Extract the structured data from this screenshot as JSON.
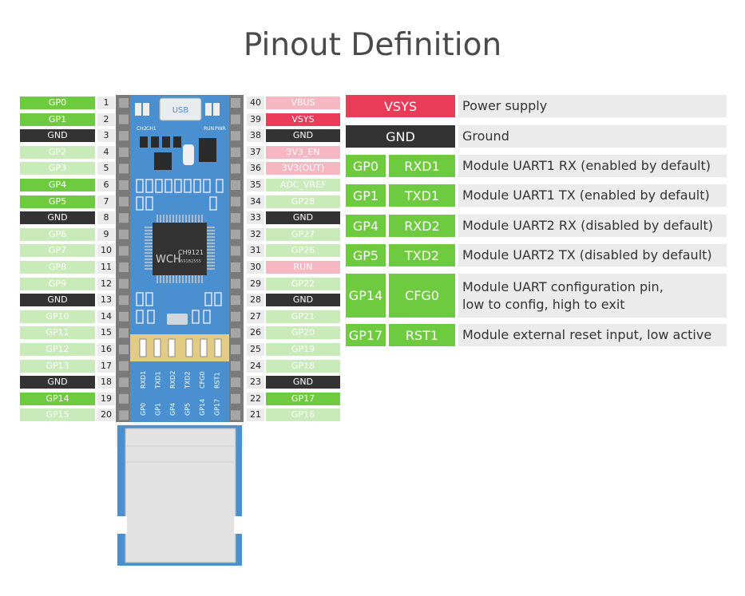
{
  "title": "Pinout Definition",
  "left_pins": [
    {
      "num": "1",
      "label": "GP0",
      "style": "g-strong"
    },
    {
      "num": "2",
      "label": "GP1",
      "style": "g-strong"
    },
    {
      "num": "3",
      "label": "GND",
      "style": "gnd"
    },
    {
      "num": "4",
      "label": "GP2",
      "style": "g-light"
    },
    {
      "num": "5",
      "label": "GP3",
      "style": "g-light"
    },
    {
      "num": "6",
      "label": "GP4",
      "style": "g-strong"
    },
    {
      "num": "7",
      "label": "GP5",
      "style": "g-strong"
    },
    {
      "num": "8",
      "label": "GND",
      "style": "gnd"
    },
    {
      "num": "9",
      "label": "GP6",
      "style": "g-light"
    },
    {
      "num": "10",
      "label": "GP7",
      "style": "g-light"
    },
    {
      "num": "11",
      "label": "GP8",
      "style": "g-light"
    },
    {
      "num": "12",
      "label": "GP9",
      "style": "g-light"
    },
    {
      "num": "13",
      "label": "GND",
      "style": "gnd"
    },
    {
      "num": "14",
      "label": "GP10",
      "style": "g-light"
    },
    {
      "num": "15",
      "label": "GP11",
      "style": "g-light"
    },
    {
      "num": "16",
      "label": "GP12",
      "style": "g-light"
    },
    {
      "num": "17",
      "label": "GP13",
      "style": "g-light"
    },
    {
      "num": "18",
      "label": "GND",
      "style": "gnd"
    },
    {
      "num": "19",
      "label": "GP14",
      "style": "g-strong"
    },
    {
      "num": "20",
      "label": "GP15",
      "style": "g-light"
    }
  ],
  "right_pins": [
    {
      "num": "40",
      "label": "VBUS",
      "style": "r-light"
    },
    {
      "num": "39",
      "label": "VSYS",
      "style": "r-strong"
    },
    {
      "num": "38",
      "label": "GND",
      "style": "gnd"
    },
    {
      "num": "37",
      "label": "3V3_EN",
      "style": "r-light"
    },
    {
      "num": "36",
      "label": "3V3(OUT)",
      "style": "r-light"
    },
    {
      "num": "35",
      "label": "ADC_VREF",
      "style": "g-light"
    },
    {
      "num": "34",
      "label": "GP28",
      "style": "g-light"
    },
    {
      "num": "33",
      "label": "GND",
      "style": "gnd"
    },
    {
      "num": "32",
      "label": "GP27",
      "style": "g-light"
    },
    {
      "num": "31",
      "label": "GP26",
      "style": "g-light"
    },
    {
      "num": "30",
      "label": "RUN",
      "style": "r-light"
    },
    {
      "num": "29",
      "label": "GP22",
      "style": "g-light"
    },
    {
      "num": "28",
      "label": "GND",
      "style": "gnd"
    },
    {
      "num": "27",
      "label": "GP21",
      "style": "g-light"
    },
    {
      "num": "26",
      "label": "GP20",
      "style": "g-light"
    },
    {
      "num": "25",
      "label": "GP19",
      "style": "g-light"
    },
    {
      "num": "24",
      "label": "GP18",
      "style": "g-light"
    },
    {
      "num": "23",
      "label": "GND",
      "style": "gnd"
    },
    {
      "num": "22",
      "label": "GP17",
      "style": "g-strong"
    },
    {
      "num": "21",
      "label": "GP16",
      "style": "g-light"
    }
  ],
  "legend": [
    {
      "pin": "VSYS",
      "func": "",
      "desc": "Power supply",
      "style": "r-strong"
    },
    {
      "pin": "GND",
      "func": "",
      "desc": "Ground",
      "style": "gnd"
    },
    {
      "pin": "GP0",
      "func": "RXD1",
      "desc": "Module UART1 RX (enabled by default)",
      "style": "g-strong"
    },
    {
      "pin": "GP1",
      "func": "TXD1",
      "desc": "Module UART1 TX (enabled by default)",
      "style": "g-strong"
    },
    {
      "pin": "GP4",
      "func": "RXD2",
      "desc": "Module UART2 RX (disabled by default)",
      "style": "g-strong"
    },
    {
      "pin": "GP5",
      "func": "TXD2",
      "desc": "Module UART2 TX (disabled by default)",
      "style": "g-strong"
    },
    {
      "pin": "GP14",
      "func": "CFG0",
      "desc": "Module UART configuration pin,\nlow to config, high to exit",
      "style": "g-strong"
    },
    {
      "pin": "GP17",
      "func": "RST1",
      "desc": "Module external reset input, low active",
      "style": "g-strong"
    }
  ],
  "board": {
    "usb": "USB",
    "chip": "CH9121",
    "chip_code": "5691B2555",
    "chip_logo": "WCH",
    "led_labels": [
      "CH2",
      "CH1",
      "RUN",
      "PWR"
    ],
    "bottom_labels": [
      "RXD1",
      "TXD1",
      "RXD2",
      "TXD2",
      "CFG0",
      "RST1"
    ],
    "pin_labels": [
      "GP0",
      "GP1",
      "GP4",
      "GP5",
      "GP14",
      "GP17"
    ]
  },
  "colors": {
    "strong_green": "#6ecb3f",
    "light_green": "#c9ebb9",
    "gnd": "#333333",
    "strong_red": "#ea3c59",
    "light_red": "#f6b7c3",
    "board": "#4a8fd0"
  }
}
